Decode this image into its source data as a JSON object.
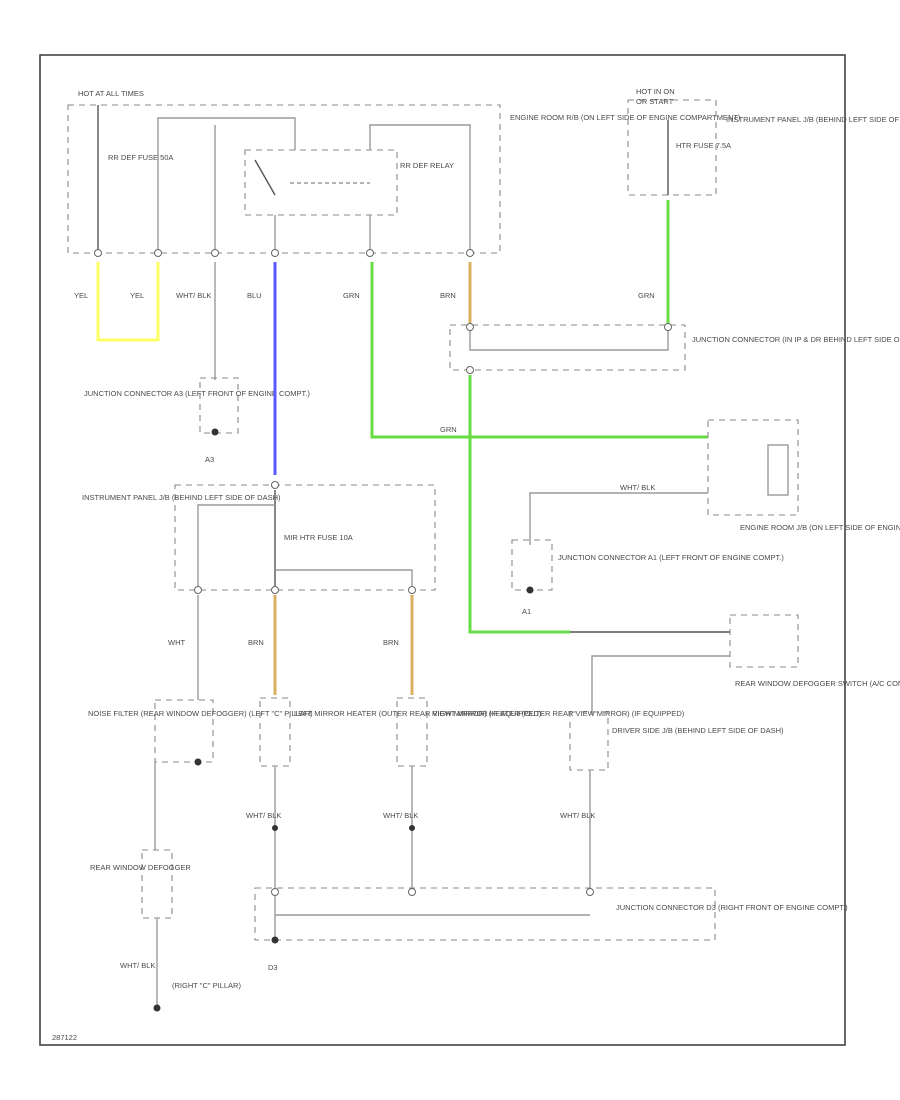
{
  "diagram": {
    "labels": {
      "hot_at_all_times": "HOT AT ALL TIMES",
      "hot_in_on": "HOT IN ON",
      "or_start": "OR START",
      "defog_fuse": "RR DEF FUSE 50A",
      "rr_def_relay": "RR DEF RELAY",
      "engine_room_rb": "ENGINE ROOM R/B (ON LEFT SIDE OF ENGINE COMPARTMENT)",
      "ip_jb_top": "INSTRUMENT PANEL J/B (BEHIND LEFT SIDE OF DASH)",
      "htr_fuse": "HTR FUSE 7.5A",
      "wire_yel": "YEL",
      "wire_wht_blk": "WHT/ BLK",
      "wire_blu": "BLU",
      "wire_grn": "GRN",
      "wire_brn": "BRN",
      "wire_wht": "WHT",
      "jc_a3": "JUNCTION CONNECTOR A3 (LEFT FRONT OF ENGINE COMPT.)",
      "a3": "A3",
      "jc_ip_jb": "JUNCTION CONNECTOR (IN IP & DR BEHIND LEFT SIDE OF DASH)",
      "engine_room_jb": "ENGINE ROOM J/B (ON LEFT SIDE OF ENGINE COMPT.)",
      "ip_jb_mid": "INSTRUMENT PANEL J/B (BEHIND LEFT SIDE OF DASH)",
      "mir_htr_fuse": "MIR HTR FUSE 10A",
      "jc_a1": "JUNCTION CONNECTOR A1 (LEFT FRONT OF ENGINE COMPT.)",
      "a1": "A1",
      "rear_window_switch": "REAR WINDOW DEFOGGER SWITCH (A/C CONTROL ASSEMBLY)",
      "noise_filter": "NOISE FILTER (REAR WINDOW DEFOGGER) (LEFT \"C\" PILLAR)",
      "left_mirror": "LEFT MIRROR HEATER (OUTER REAR VIEW MIRROR) (IF EQUIPPED)",
      "right_mirror": "RIGHT MIRROR HEATER (OUTER REAR VIEW MIRROR) (IF EQUIPPED)",
      "driver_jb": "DRIVER SIDE J/B (BEHIND LEFT SIDE OF DASH)",
      "rear_defogger": "REAR WINDOW DEFOGGER",
      "right_c_pillar": "(RIGHT \"C\" PILLAR)",
      "jc_d3": "JUNCTION CONNECTOR D3 (RIGHT FRONT OF ENGINE COMPT.)",
      "d3": "D3",
      "code": "287122"
    },
    "colors": {
      "yel": "#ffff66",
      "blu": "#5a5aff",
      "grn": "#66dd44",
      "brn": "#d8b060"
    }
  }
}
